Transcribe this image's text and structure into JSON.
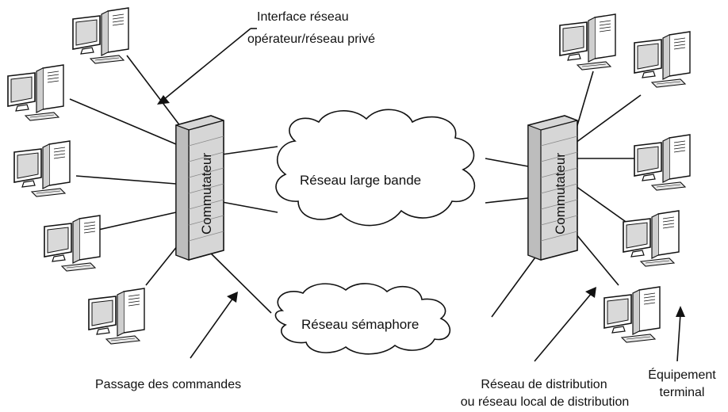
{
  "labels": {
    "interface_line1": "Interface réseau",
    "interface_line2": "opérateur/réseau privé",
    "broadband": "Réseau large bande",
    "signaling": "Réseau sémaphore",
    "switch": "Commutateur",
    "commands": "Passage des commandes",
    "distribution_line1": "Réseau de distribution",
    "distribution_line2": "ou réseau local de distribution",
    "terminal_line1": "Équipement",
    "terminal_line2": "terminal"
  },
  "icons": {
    "computer": "computer-icon",
    "switch": "switch-icon",
    "cloud": "cloud-icon",
    "arrow": "arrow-icon"
  },
  "colors": {
    "line": "#111111",
    "screen": "#d9d9d9",
    "switch_fill": "#d6d6d6"
  }
}
